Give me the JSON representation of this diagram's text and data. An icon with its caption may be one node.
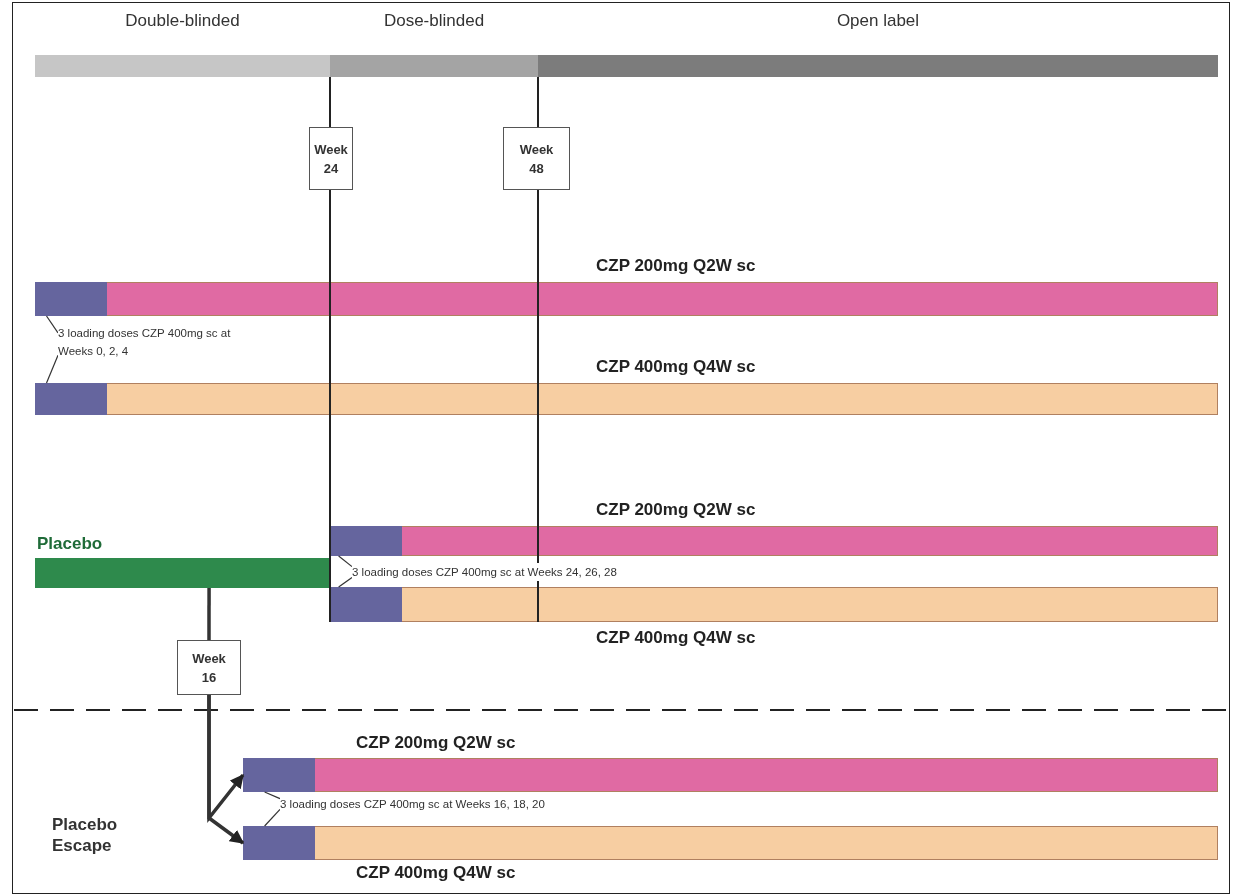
{
  "diagram": {
    "nodes": [
      {
        "text": [
          "Double-blinded"
        ]
      },
      {
        "text": [
          "Dose-blinded"
        ]
      },
      {
        "text": [
          "Open label"
        ]
      },
      {
        "text": [
          "Week 24"
        ]
      },
      {
        "text": [
          "Week 48"
        ]
      },
      {
        "text": [
          "CZP 200mg Q2W sc"
        ]
      },
      {
        "text": [],
        "shape": "bar",
        "in": 5
      },
      {
        "text": [
          "3 loading doses CZP 400mg sc at Weeks 0, 2, 4"
        ]
      },
      {
        "text": [
          "CZP 400mg Q4W sc"
        ]
      },
      {
        "text": [],
        "shape": "bar",
        "in": 8
      },
      {
        "text": [
          "Placebo"
        ]
      },
      {
        "text": [
          "CZP 200mg Q2W sc"
        ]
      },
      {
        "text": [],
        "shape": "bar",
        "in": 11
      },
      {
        "text": [
          "3 loading doses CZP 400mg sc at Weeks 24, 26, 28"
        ]
      },
      {
        "text": [
          "CZP 400mg Q4W sc"
        ]
      },
      {
        "text": [],
        "shape": "bar",
        "in": 14
      },
      {
        "text": [
          "Week 16"
        ]
      },
      {
        "text": [
          "CZP 200mg Q2W sc"
        ]
      },
      {
        "text": [],
        "shape": "bar",
        "in": 17
      },
      {
        "text": [
          "3 loading doses CZP 400mg sc at Weeks 16, 18, 20"
        ]
      },
      {
        "text": [
          "CZP 400mg Q4W sc"
        ]
      },
      {
        "text": [],
        "shape": "bar",
        "in": 20
      }
    ],
    "edges": [
      {
        "from": 7,
        "to": 6,
        "arrow": "none"
      },
      {
        "from": 7,
        "to": 9,
        "arrow": "none"
      },
      {
        "from": 13,
        "to": 12,
        "arrow": "none"
      },
      {
        "from": 13,
        "to": 15,
        "arrow": "none"
      },
      {
        "from": 10,
        "to": 16,
        "arrow": "none",
        "style": "thick"
      },
      {
        "from": 16,
        "to": 17,
        "arrow": "to",
        "style": "thick"
      },
      {
        "from": 16,
        "to": 20,
        "arrow": "to",
        "style": "thick"
      },
      {
        "from": 19,
        "to": 18,
        "arrow": "none"
      },
      {
        "from": 19,
        "to": 21,
        "arrow": "none"
      }
    ],
    "labels": [
      "Placebo Escape"
    ]
  }
}
